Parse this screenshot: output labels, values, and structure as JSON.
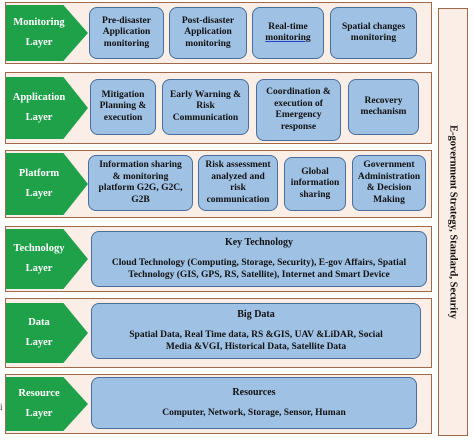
{
  "layers": [
    {
      "label_lines": [
        "Monitoring",
        "Layer"
      ],
      "boxes": [
        {
          "lines": [
            "Pre-disaster",
            "Application",
            "monitoring"
          ]
        },
        {
          "lines": [
            "Post-disaster",
            "Application",
            "monitoring"
          ]
        },
        {
          "lines": [
            "Real-time",
            "monitoring"
          ]
        },
        {
          "lines": [
            "Spatial changes",
            "monitoring"
          ]
        }
      ]
    },
    {
      "label_lines": [
        "Application",
        "Layer"
      ],
      "boxes": [
        {
          "lines": [
            "Mitigation",
            "Planning &",
            "execution"
          ]
        },
        {
          "lines": [
            "Early Warning &",
            "Risk",
            "Communication"
          ]
        },
        {
          "lines": [
            "Coordination &",
            "execution of",
            "Emergency",
            "response"
          ]
        },
        {
          "lines": [
            "Recovery",
            "mechanism"
          ]
        }
      ]
    },
    {
      "label_lines": [
        "Platform",
        "Layer"
      ],
      "boxes": [
        {
          "lines": [
            "Information sharing",
            "& monitoring",
            "platform G2G, G2C,",
            "G2B"
          ]
        },
        {
          "lines": [
            "Risk assessment",
            "analyzed and",
            "risk",
            "communication"
          ]
        },
        {
          "lines": [
            "Global",
            "information",
            "sharing"
          ]
        },
        {
          "lines": [
            "Government",
            "Administration",
            "& Decision",
            "Making"
          ]
        }
      ]
    },
    {
      "label_lines": [
        "Technology",
        "Layer"
      ],
      "wide": {
        "title": "Key Technology",
        "lines": [
          "Cloud Technology (Computing, Storage, Security), E-gov Affairs, Spatial",
          "Technology (GIS, GPS, RS, Satellite), Internet and Smart Device"
        ]
      }
    },
    {
      "label_lines": [
        "Data",
        "Layer"
      ],
      "wide": {
        "title": "Big Data",
        "lines": [
          "Spatial Data, Real Time data, RS &GIS, UAV &LiDAR, Social",
          "Media &VGI, Historical Data, Satellite Data"
        ]
      }
    },
    {
      "label_lines": [
        "Resource",
        "Layer"
      ],
      "wide": {
        "title": "Resources",
        "lines": [
          "Computer, Network, Storage, Sensor, Human"
        ]
      }
    }
  ],
  "side_label": "E-government Strategy,  Standard, Security",
  "stray_mark": "i"
}
